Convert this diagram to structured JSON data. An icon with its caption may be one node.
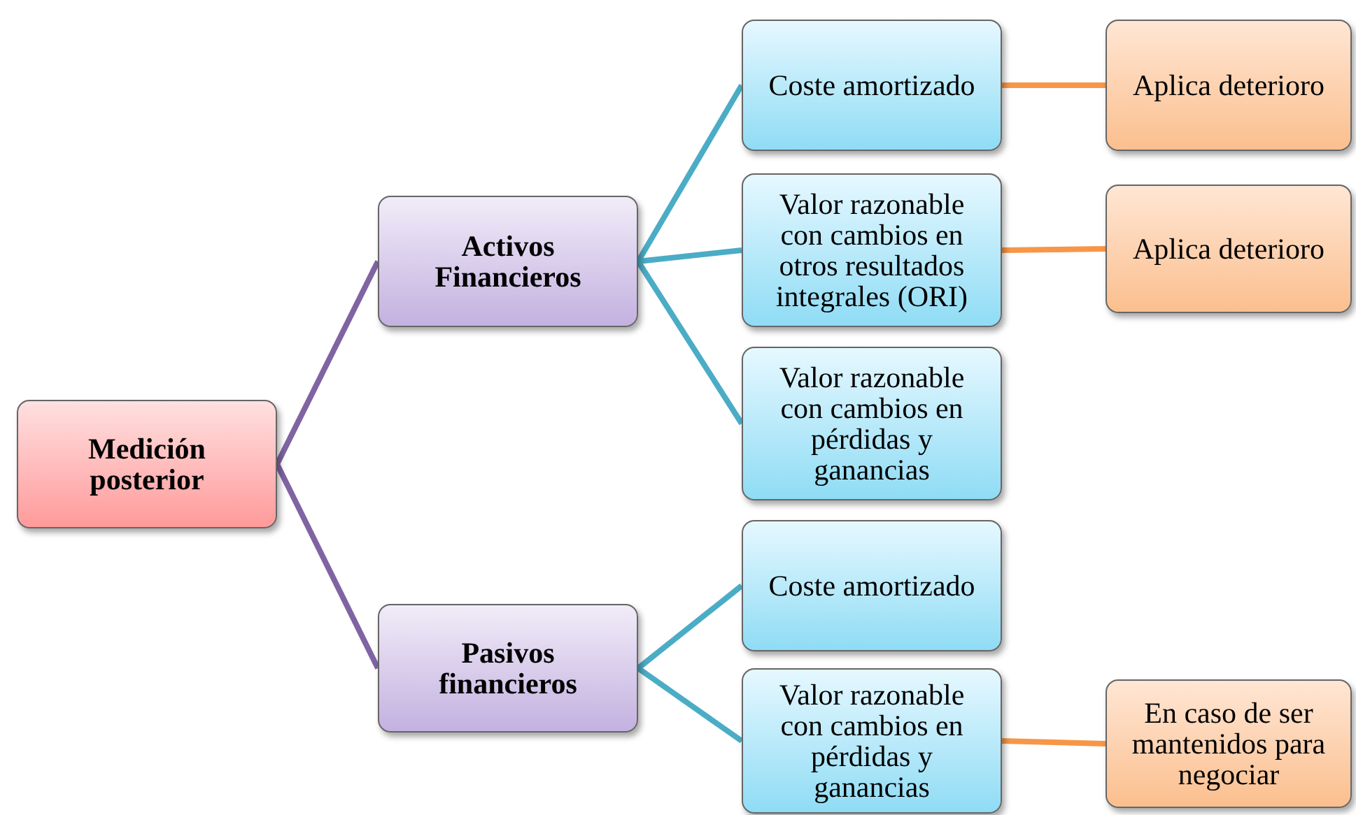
{
  "diagram": {
    "nodes": [
      {
        "text": [
          "Medición posterior"
        ]
      },
      {
        "text": [
          "Activos Financieros"
        ]
      },
      {
        "text": [
          "Pasivos financieros"
        ]
      },
      {
        "text": [
          "Coste amortizado"
        ]
      },
      {
        "text": [
          "Valor razonable con cambios en otros resultados integrales (ORI)"
        ]
      },
      {
        "text": [
          "Valor razonable con cambios en pérdidas y ganancias"
        ]
      },
      {
        "text": [
          "Coste amortizado"
        ]
      },
      {
        "text": [
          "Valor razonable con cambios en pérdidas y ganancias"
        ]
      },
      {
        "text": [
          "Aplica deterioro"
        ]
      },
      {
        "text": [
          "Aplica deterioro"
        ]
      },
      {
        "text": [
          "En caso de ser mantenidos para negociar"
        ]
      }
    ],
    "edges": [
      {
        "from": 0,
        "to": 1,
        "arrow": "none",
        "color": "#8064a2"
      },
      {
        "from": 0,
        "to": 2,
        "arrow": "none",
        "color": "#8064a2"
      },
      {
        "from": 1,
        "to": 3,
        "arrow": "none"
      },
      {
        "from": 1,
        "to": 4,
        "arrow": "none"
      },
      {
        "from": 1,
        "to": 5,
        "arrow": "none"
      },
      {
        "from": 2,
        "to": 6,
        "arrow": "none"
      },
      {
        "from": 2,
        "to": 7,
        "arrow": "none"
      },
      {
        "from": 3,
        "to": 8,
        "arrow": "none",
        "color": "#f79646"
      },
      {
        "from": 4,
        "to": 9,
        "arrow": "none",
        "color": "#f79646"
      },
      {
        "from": 7,
        "to": 10,
        "arrow": "none",
        "color": "#f79646"
      }
    ]
  }
}
